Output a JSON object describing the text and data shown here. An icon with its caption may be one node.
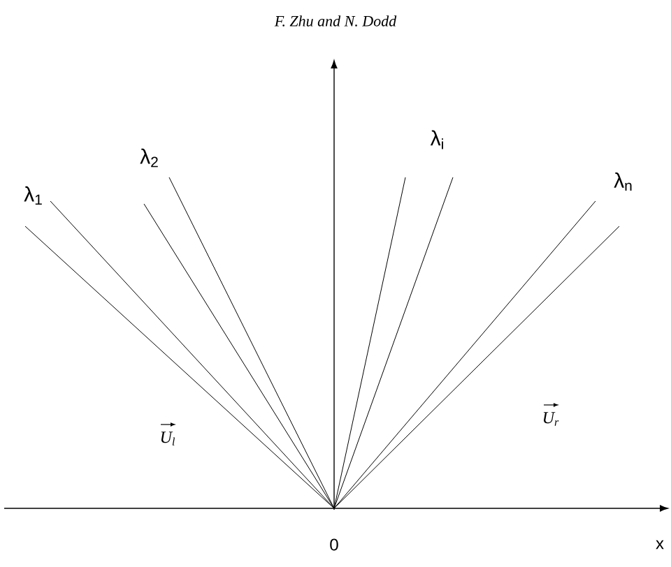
{
  "diagram": {
    "labels": [
      "F. Zhu and N. Dodd",
      "λ$_{1}$",
      "λ$_{2}$",
      "λ$_{i}$",
      "λ$_{n}$",
      "U$_{l}$",
      "U$_{r}$",
      "0",
      "x"
    ]
  }
}
